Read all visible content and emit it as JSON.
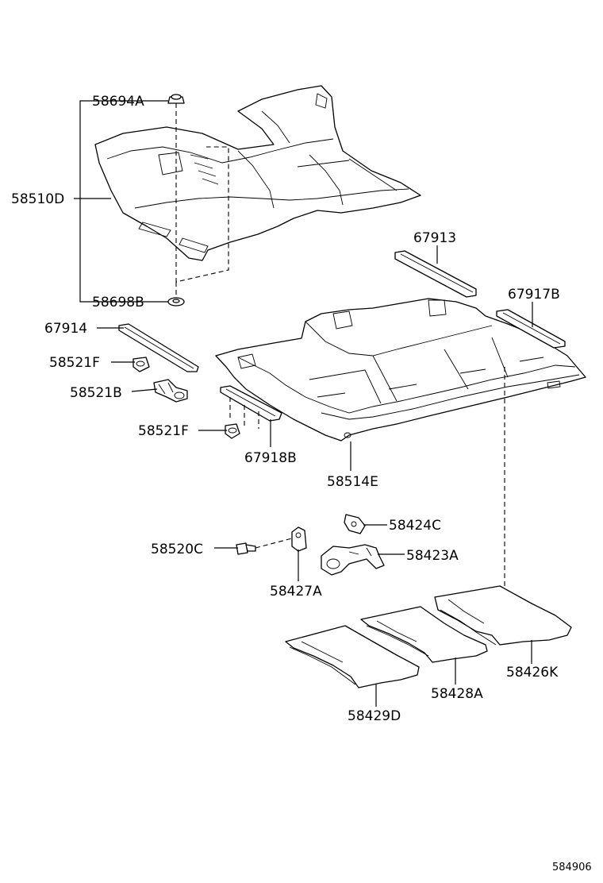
{
  "labels": {
    "p58694A": "58694A",
    "p58510D": "58510D",
    "p58698B": "58698B",
    "p67913": "67913",
    "p67917B": "67917B",
    "p67914": "67914",
    "p58521F_a": "58521F",
    "p58521B": "58521B",
    "p58521F_b": "58521F",
    "p67918B": "67918B",
    "p58514E": "58514E",
    "p58424C": "58424C",
    "p58520C": "58520C",
    "p58423A": "58423A",
    "p58427A": "58427A",
    "p58426K": "58426K",
    "p58428A": "58428A",
    "p58429D": "58429D"
  },
  "figure_id": "584906"
}
